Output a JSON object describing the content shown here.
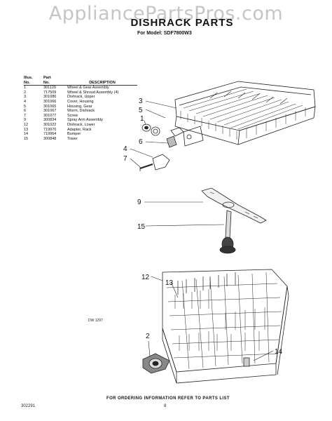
{
  "watermark": "AppliancePartsPros.com",
  "title": "DISHRACK PARTS",
  "model": "For Model: SDF7800W3",
  "table": {
    "headers": {
      "illus_line1": "Illus.",
      "illus_line2": "No.",
      "part_line1": "Part",
      "part_line2": "No.",
      "description": "DESCRIPTION"
    },
    "rows": [
      {
        "illus": "1",
        "part": "301120",
        "desc": "Wheel & Gear Assembly"
      },
      {
        "illus": "2",
        "part": "717509",
        "desc": "Wheel & Shroud Assembly (4)"
      },
      {
        "illus": "3",
        "part": "301080",
        "desc": "Dishrack, Upper"
      },
      {
        "illus": "4",
        "part": "301066",
        "desc": "Cover, Housing"
      },
      {
        "illus": "5",
        "part": "301065",
        "desc": "Housing, Gear"
      },
      {
        "illus": "6",
        "part": "301067",
        "desc": "Worm, Dishrack"
      },
      {
        "illus": "7",
        "part": "301077",
        "desc": "Screw"
      },
      {
        "illus": "9",
        "part": "300834",
        "desc": "Spray Arm Assembly"
      },
      {
        "illus": "12",
        "part": "301022",
        "desc": "Dishrack, Lower"
      },
      {
        "illus": "13",
        "part": "719970",
        "desc": "Adapter, Rack"
      },
      {
        "illus": "14",
        "part": "719964",
        "desc": "Bumper"
      },
      {
        "illus": "15",
        "part": "300848",
        "desc": "Tower"
      }
    ]
  },
  "callouts": {
    "c1": "1",
    "c2": "2",
    "c3": "3",
    "c4": "4",
    "c5": "5",
    "c6": "6",
    "c7": "7",
    "c9": "9",
    "c12": "12",
    "c13": "13",
    "c14": "14",
    "c15": "15"
  },
  "drawing_code": "DW 1297",
  "footer": "FOR ORDERING INFORMATION REFER TO PARTS LIST",
  "page_number": "8",
  "doc_number": "302291"
}
